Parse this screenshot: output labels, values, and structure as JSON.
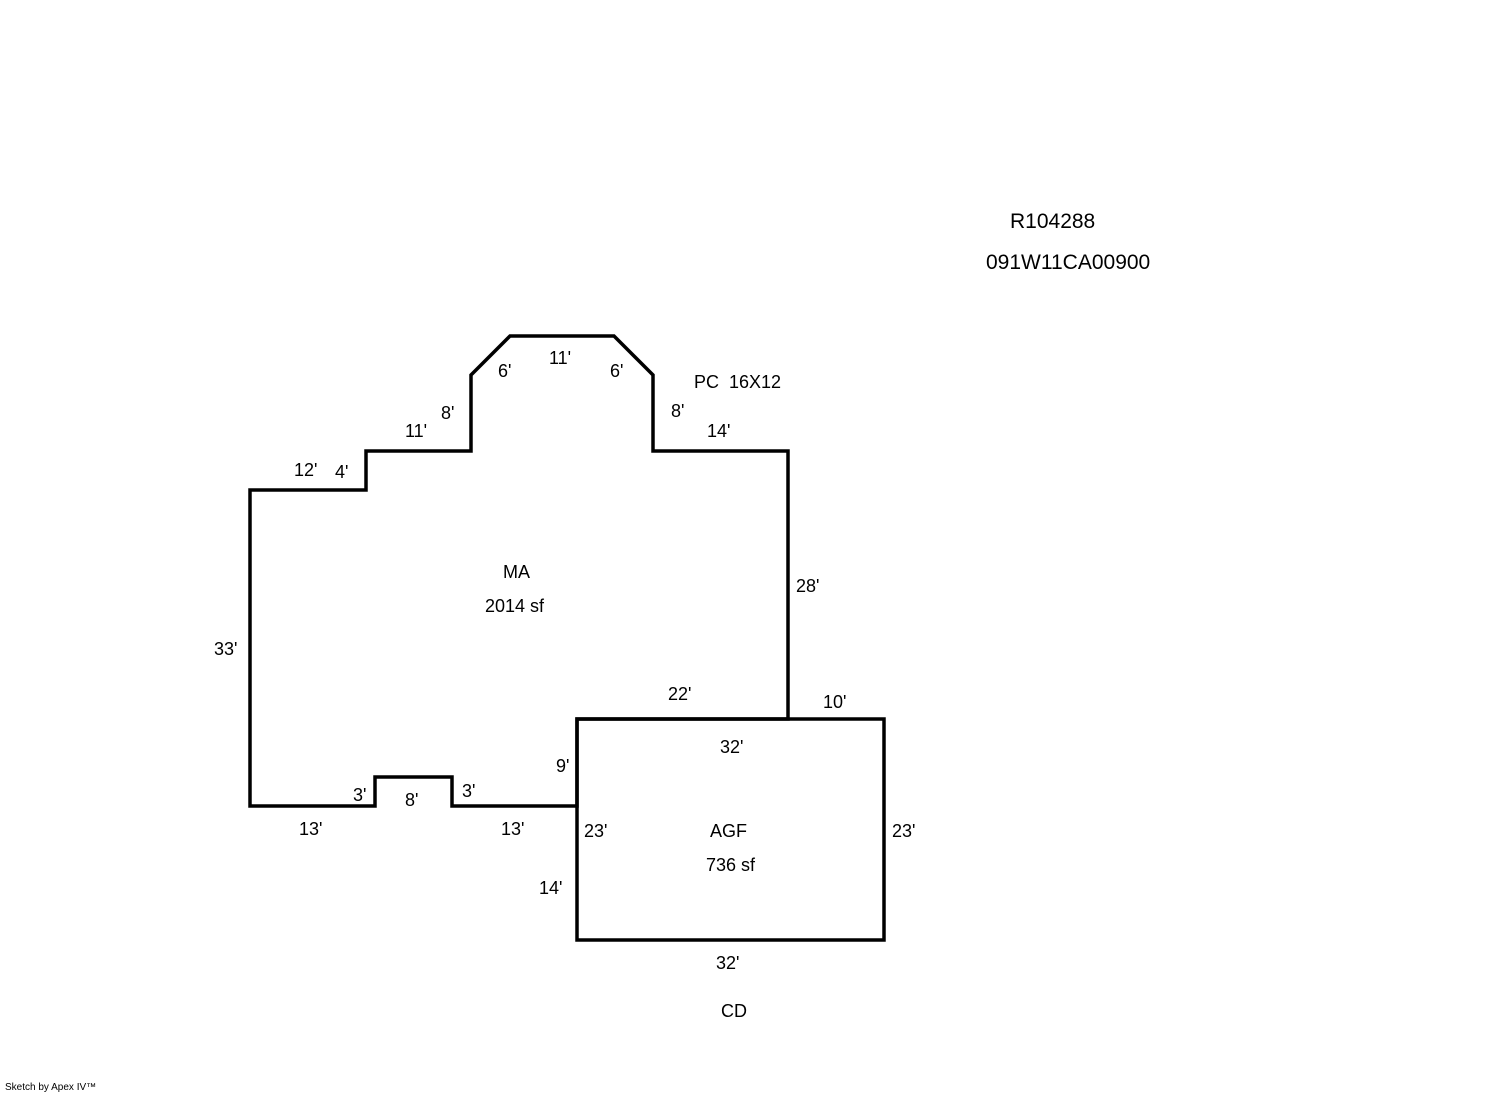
{
  "parcel": {
    "account_id": "R104288",
    "map_tax_lot": "091W11CA00900"
  },
  "areas": {
    "main": {
      "code": "MA",
      "area": "2014 sf"
    },
    "garage": {
      "code": "AGF",
      "area": "736 sf"
    },
    "porch": {
      "label": "PC  16X12"
    },
    "deck": {
      "label": "CD"
    }
  },
  "dimensions": {
    "ma_left": "33'",
    "ma_top_left": "12'",
    "ma_step_1": "4'",
    "ma_top_mid": "11'",
    "ma_step_2": "8'",
    "bay_left_diag": "6'",
    "bay_top": "11'",
    "bay_right_diag": "6'",
    "ma_step_3": "8'",
    "ma_top_right": "14'",
    "ma_right": "28'",
    "ma_bottom_right": "22'",
    "ma_notch_right": "9'",
    "ma_bottom_left": "13'",
    "notch_left": "3'",
    "notch_bottom": "8'",
    "notch_right": "3'",
    "ma_bottom_mid": "13'",
    "ma_lower_right": "14'",
    "agf_top": "32'",
    "agf_top_right": "10'",
    "agf_left": "23'",
    "agf_right": "23'",
    "agf_bottom": "32'"
  },
  "footer": {
    "credit": "Sketch by Apex IV™"
  },
  "colors": {
    "line": "#000000",
    "background": "#ffffff"
  }
}
